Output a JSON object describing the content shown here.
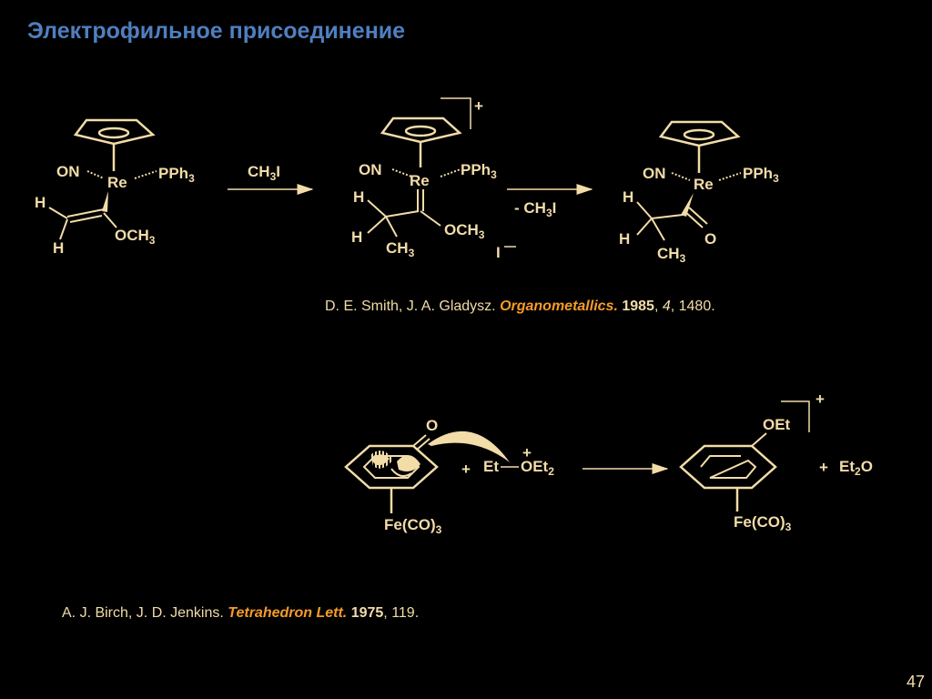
{
  "title": "Электрофильное присоединение",
  "page_number": "47",
  "colors": {
    "title": "#4f7fbf",
    "ink": "#f2dca8",
    "journal": "#f59b2a",
    "background": "#000000"
  },
  "reaction1": {
    "metal": "Re",
    "ligand_on": "ON",
    "ligand_pph3": "PPh",
    "sub_3": "3",
    "h": "H",
    "och3": "OCH",
    "ch3": "CH",
    "o": "O",
    "reagent": "CH",
    "reagent_tail": "I",
    "elim": "- CH",
    "elim_tail": "I",
    "iodide": "I",
    "plus": "+"
  },
  "ref1": {
    "authors": "D. E. Smith, J. A. Gladysz.",
    "journal": "Organometallics.",
    "year": "1985",
    "volume": "4",
    "pages": "1480."
  },
  "reaction2": {
    "o": "O",
    "plus": "+",
    "et": "Et",
    "oet2": "OEt",
    "sub_2": "2",
    "fe": "Fe(CO)",
    "sub_3": "3",
    "oet": "OEt",
    "et2o_a": "Et",
    "et2o_b": "O"
  },
  "ref2": {
    "authors": "A. J. Birch, J. D. Jenkins.",
    "journal": "Tetrahedron Lett.",
    "year": "1975",
    "pages": "119."
  }
}
